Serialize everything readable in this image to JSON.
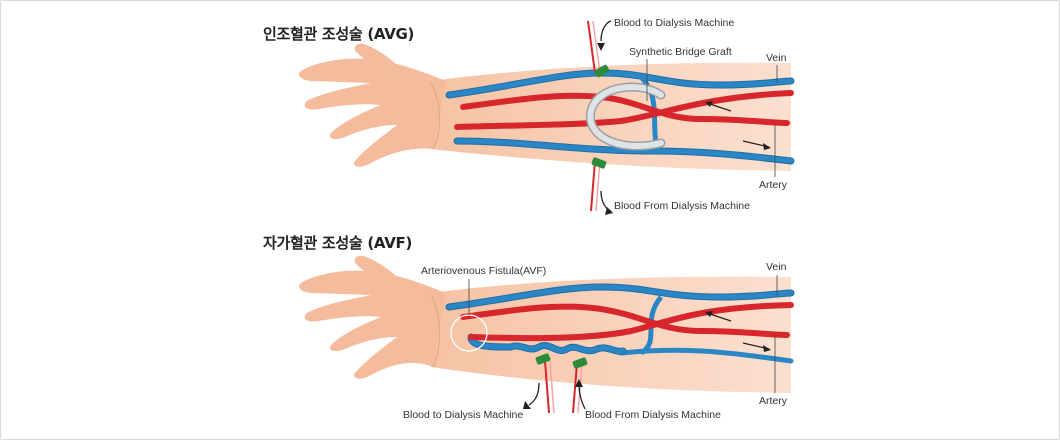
{
  "avg": {
    "title": "인조혈관 조성술 (AVG)",
    "label_to_machine": "Blood to Dialysis Machine",
    "label_graft": "Synthetic Bridge Graft",
    "label_vein": "Vein",
    "label_artery": "Artery",
    "label_from_machine": "Blood From Dialysis Machine"
  },
  "avf": {
    "title": "자가혈관 조성술 (AVF)",
    "label_fistula": "Arteriovenous Fistula(AVF)",
    "label_vein": "Vein",
    "label_artery": "Artery",
    "label_to_machine": "Blood to Dialysis Machine",
    "label_from_machine": "Blood From Dialysis Machine"
  },
  "colors": {
    "skin": "#f7c9ac",
    "skin_dark": "#e9ae8d",
    "artery": "#d8262d",
    "vein": "#2b86c5",
    "graft": "#c8cdd0",
    "needle": "#2e8b3a"
  }
}
